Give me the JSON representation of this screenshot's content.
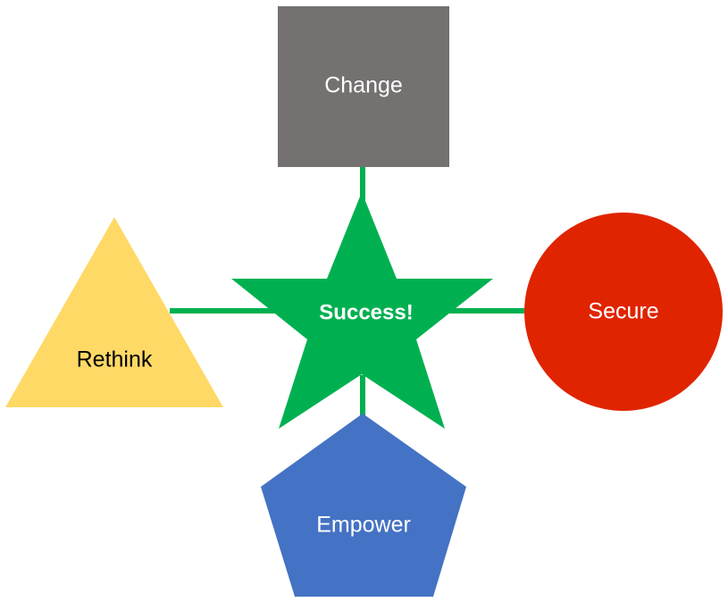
{
  "diagram": {
    "center": {
      "label": "Success!",
      "shape": "star",
      "color": "#00B050",
      "text_color": "#FFFFFF"
    },
    "nodes": {
      "change": {
        "label": "Change",
        "shape": "square",
        "color": "#767171",
        "text_color": "#FFFFFF"
      },
      "rethink": {
        "label": "Rethink",
        "shape": "triangle",
        "color": "#FFD966",
        "text_color": "#000000"
      },
      "secure": {
        "label": "Secure",
        "shape": "circle",
        "color": "#E02400",
        "text_color": "#FFFFFF"
      },
      "empower": {
        "label": "Empower",
        "shape": "pentagon",
        "color": "#4472C4",
        "text_color": "#FFFFFF"
      }
    },
    "connector_color": "#00B050"
  }
}
